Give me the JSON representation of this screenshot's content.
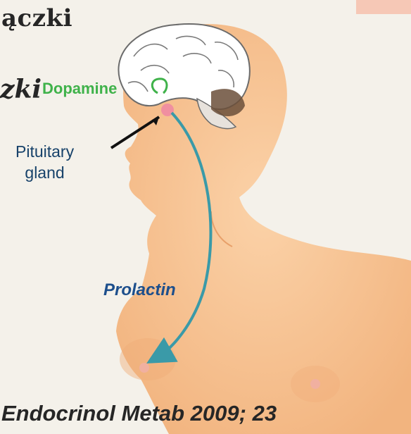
{
  "slide": {
    "title_line1": "ączki",
    "title_line2": "zki",
    "citation": "Endocrinol Metab 2009; 23"
  },
  "diagram": {
    "labels": {
      "dopamine": "Dopamine",
      "pituitary_line1": "Pituitary",
      "pituitary_line2": "gland",
      "prolactin": "Prolactin"
    },
    "colors": {
      "skin": "#f7c79b",
      "dopamine": "#3fb24a",
      "prolactin_arrow": "#3a9aa8",
      "text_dark": "#17426a"
    }
  }
}
